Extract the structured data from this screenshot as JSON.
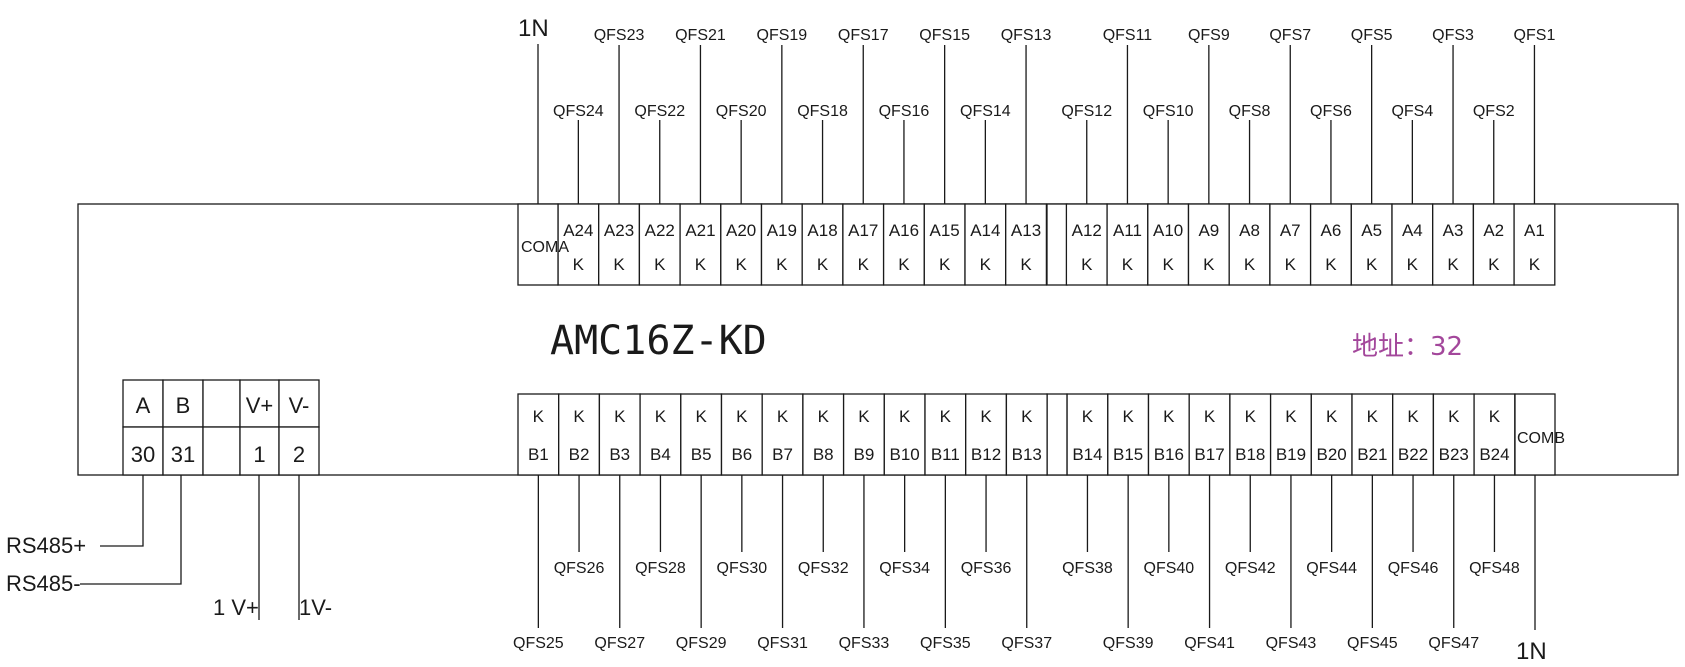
{
  "module": {
    "model": "AMC16Z-KD",
    "address": "地址：32",
    "address_color": "#a3479b"
  },
  "top_terminals": {
    "common": "COMA",
    "common_line_label": "1N",
    "channels": [
      {
        "id": "A24",
        "mark": "K",
        "wire": "QFS24"
      },
      {
        "id": "A23",
        "mark": "K",
        "wire": "QFS23"
      },
      {
        "id": "A22",
        "mark": "K",
        "wire": "QFS22"
      },
      {
        "id": "A21",
        "mark": "K",
        "wire": "QFS21"
      },
      {
        "id": "A20",
        "mark": "K",
        "wire": "QFS20"
      },
      {
        "id": "A19",
        "mark": "K",
        "wire": "QFS19"
      },
      {
        "id": "A18",
        "mark": "K",
        "wire": "QFS18"
      },
      {
        "id": "A17",
        "mark": "K",
        "wire": "QFS17"
      },
      {
        "id": "A16",
        "mark": "K",
        "wire": "QFS16"
      },
      {
        "id": "A15",
        "mark": "K",
        "wire": "QFS15"
      },
      {
        "id": "A14",
        "mark": "K",
        "wire": "QFS14"
      },
      {
        "id": "A13",
        "mark": "K",
        "wire": "QFS13"
      },
      {
        "id": "A12",
        "mark": "K",
        "wire": "QFS12"
      },
      {
        "id": "A11",
        "mark": "K",
        "wire": "QFS11"
      },
      {
        "id": "A10",
        "mark": "K",
        "wire": "QFS10"
      },
      {
        "id": "A9",
        "mark": "K",
        "wire": "QFS9"
      },
      {
        "id": "A8",
        "mark": "K",
        "wire": "QFS8"
      },
      {
        "id": "A7",
        "mark": "K",
        "wire": "QFS7"
      },
      {
        "id": "A6",
        "mark": "K",
        "wire": "QFS6"
      },
      {
        "id": "A5",
        "mark": "K",
        "wire": "QFS5"
      },
      {
        "id": "A4",
        "mark": "K",
        "wire": "QFS4"
      },
      {
        "id": "A3",
        "mark": "K",
        "wire": "QFS3"
      },
      {
        "id": "A2",
        "mark": "K",
        "wire": "QFS2"
      },
      {
        "id": "A1",
        "mark": "K",
        "wire": "QFS1"
      }
    ]
  },
  "bottom_terminals": {
    "common": "COMB",
    "common_line_label": "1N",
    "channels": [
      {
        "id": "B1",
        "mark": "K",
        "wire": "QFS25"
      },
      {
        "id": "B2",
        "mark": "K",
        "wire": "QFS26"
      },
      {
        "id": "B3",
        "mark": "K",
        "wire": "QFS27"
      },
      {
        "id": "B4",
        "mark": "K",
        "wire": "QFS28"
      },
      {
        "id": "B5",
        "mark": "K",
        "wire": "QFS29"
      },
      {
        "id": "B6",
        "mark": "K",
        "wire": "QFS30"
      },
      {
        "id": "B7",
        "mark": "K",
        "wire": "QFS31"
      },
      {
        "id": "B8",
        "mark": "K",
        "wire": "QFS32"
      },
      {
        "id": "B9",
        "mark": "K",
        "wire": "QFS33"
      },
      {
        "id": "B10",
        "mark": "K",
        "wire": "QFS34"
      },
      {
        "id": "B11",
        "mark": "K",
        "wire": "QFS35"
      },
      {
        "id": "B12",
        "mark": "K",
        "wire": "QFS36"
      },
      {
        "id": "B13",
        "mark": "K",
        "wire": "QFS37"
      },
      {
        "id": "B14",
        "mark": "K",
        "wire": "QFS38"
      },
      {
        "id": "B15",
        "mark": "K",
        "wire": "QFS39"
      },
      {
        "id": "B16",
        "mark": "K",
        "wire": "QFS40"
      },
      {
        "id": "B17",
        "mark": "K",
        "wire": "QFS41"
      },
      {
        "id": "B18",
        "mark": "K",
        "wire": "QFS42"
      },
      {
        "id": "B19",
        "mark": "K",
        "wire": "QFS43"
      },
      {
        "id": "B20",
        "mark": "K",
        "wire": "QFS44"
      },
      {
        "id": "B21",
        "mark": "K",
        "wire": "QFS45"
      },
      {
        "id": "B22",
        "mark": "K",
        "wire": "QFS46"
      },
      {
        "id": "B23",
        "mark": "K",
        "wire": "QFS47"
      },
      {
        "id": "B24",
        "mark": "K",
        "wire": "QFS48"
      }
    ]
  },
  "comm_terminals": [
    {
      "name": "A",
      "number": "30"
    },
    {
      "name": "B",
      "number": "31"
    },
    {
      "name": "",
      "number": ""
    },
    {
      "name": "V+",
      "number": "1"
    },
    {
      "name": "V-",
      "number": "2"
    }
  ],
  "comm_wires": {
    "rs485_plus": "RS485+",
    "rs485_minus": "RS485-",
    "power_plus": "1 V+",
    "power_minus": "1V-"
  }
}
